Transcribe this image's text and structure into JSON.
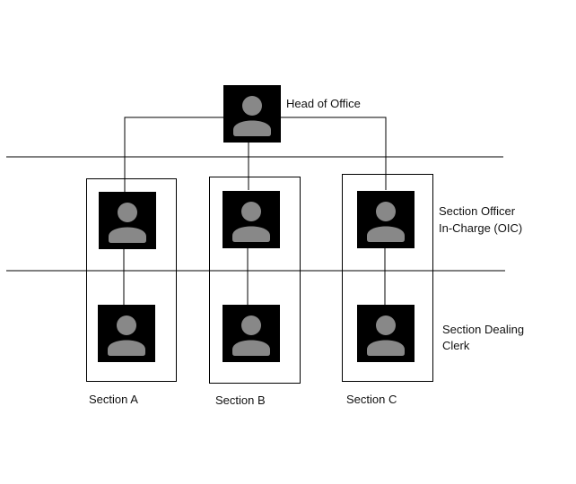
{
  "head": {
    "label": "Head of Office"
  },
  "levels": {
    "oic_line1": "Section Officer",
    "oic_line2": "In-Charge (OIC)",
    "clerk_line1": "Section Dealing",
    "clerk_line2": "Clerk"
  },
  "sections": [
    {
      "name": "Section A"
    },
    {
      "name": "Section B"
    },
    {
      "name": "Section C"
    }
  ],
  "icons": {
    "person": "person-silhouette-icon"
  },
  "colors": {
    "avatar_bg": "#000000",
    "avatar_fg": "#888888",
    "line": "#000000"
  }
}
